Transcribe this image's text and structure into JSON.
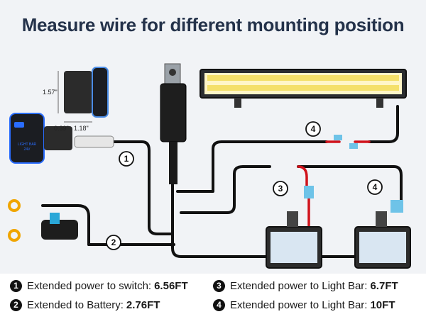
{
  "title": "Measure wire for different mounting position",
  "switch": {
    "dim_height": "1.57\"",
    "dim_width": "0.39\"",
    "dim_depth": "1.18\"",
    "label_line1": "LIGHT BAR",
    "label_line2": "24V"
  },
  "callouts": [
    "1",
    "2",
    "3",
    "4",
    "4"
  ],
  "legend": [
    {
      "num": "1",
      "label": "Extended power to switch:",
      "value": "6.56FT"
    },
    {
      "num": "2",
      "label": "Extended to Battery:",
      "value": "2.76FT"
    },
    {
      "num": "3",
      "label": "Extended power to Light Bar:",
      "value": "6.7FT"
    },
    {
      "num": "4",
      "label": "Extended power to Light Bar:",
      "value": "10FT"
    }
  ],
  "colors": {
    "title": "#24324a",
    "wire": "#111111",
    "red_wire": "#d0121b",
    "terminal": "#f0a500",
    "fuse": "#2aa7d8",
    "switch_glow": "#2a6dff"
  }
}
